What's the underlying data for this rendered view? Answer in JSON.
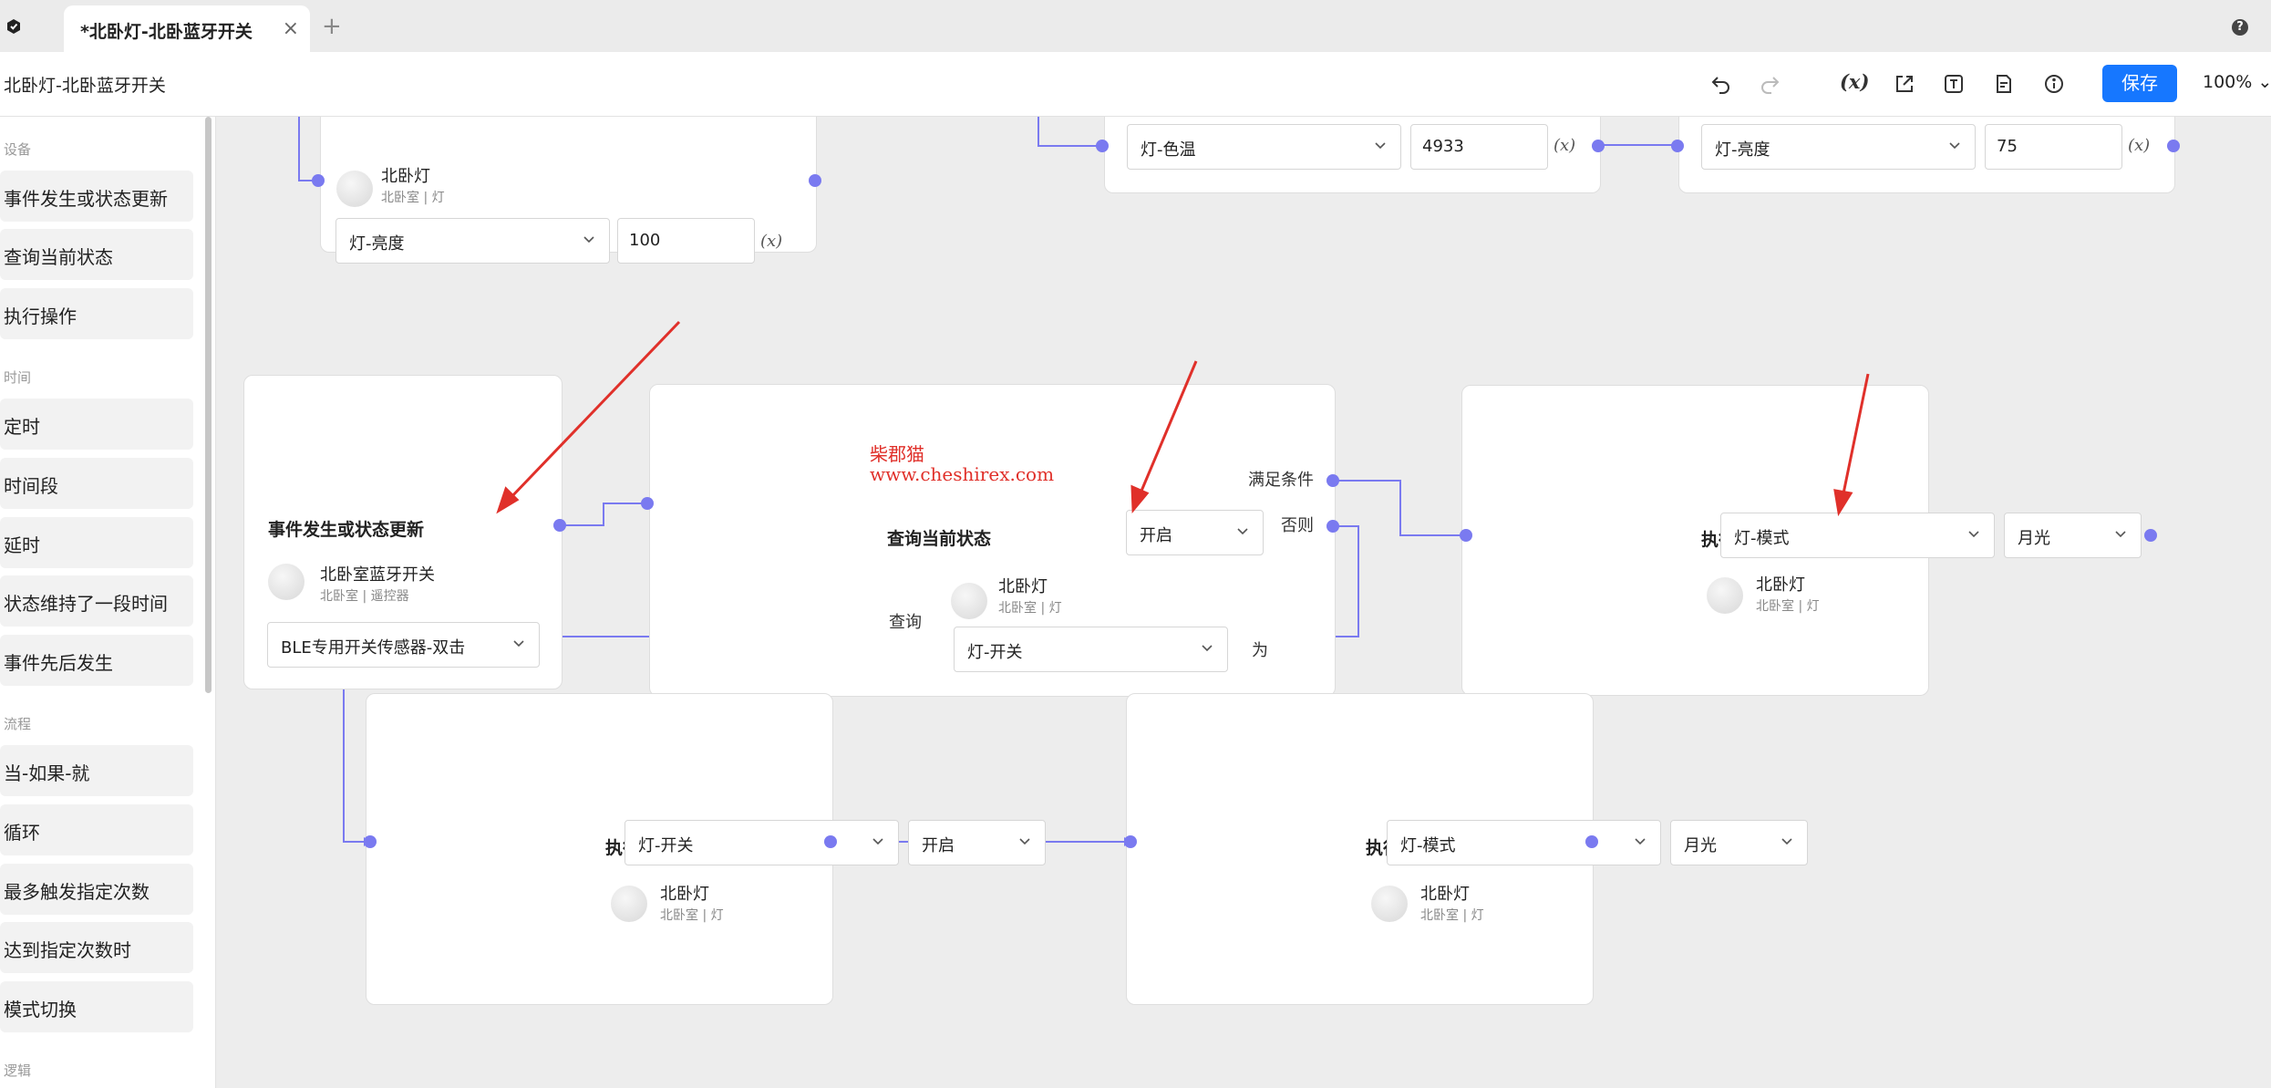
{
  "tab": {
    "title": "*北卧灯-北卧蓝牙开关",
    "close": "×",
    "add": "+"
  },
  "help": "?",
  "toolbar": {
    "doc_title": "北卧灯-北卧蓝牙开关",
    "fx_label": "(x)",
    "save_label": "保存",
    "zoom_value": "100%",
    "zoom_caret": "⌄"
  },
  "sidebar": {
    "sections": {
      "device": "设备",
      "time": "时间",
      "flow": "流程",
      "logic": "逻辑"
    },
    "device_items": [
      "事件发生或状态更新",
      "查询当前状态",
      "执行操作"
    ],
    "time_items": [
      "定时",
      "时间段",
      "延时",
      "状态维持了一段时间",
      "事件先后发生"
    ],
    "flow_items": [
      "当-如果-就",
      "循环",
      "最多触发指定次数",
      "达到指定次数时",
      "模式切换"
    ]
  },
  "nodes": {
    "top_left": {
      "device_name": "北卧灯",
      "device_sub": "北卧室 | 灯",
      "property": "灯-亮度",
      "value": "100",
      "fx": "(x)"
    },
    "top_mid": {
      "property": "灯-色温",
      "value": "4933",
      "fx": "(x)"
    },
    "top_right": {
      "property": "灯-亮度",
      "value": "75",
      "fx": "(x)"
    },
    "event": {
      "title": "事件发生或状态更新",
      "device_name": "北卧室蓝牙开关",
      "device_sub": "北卧室 | 遥控器",
      "trigger": "BLE专用开关传感器-双击"
    },
    "query": {
      "title": "查询当前状态",
      "query_label": "查询",
      "device_name": "北卧灯",
      "device_sub": "北卧室 | 灯",
      "property": "灯-开关",
      "is_label": "为",
      "value": "开启",
      "satisfied_label": "满足条件",
      "else_label": "否则"
    },
    "action_right": {
      "title": "执行操作",
      "device_name": "北卧灯",
      "device_sub": "北卧室 | 灯",
      "property": "灯-模式",
      "value": "月光"
    },
    "action_bottom_left": {
      "title": "执行操作",
      "device_name": "北卧灯",
      "device_sub": "北卧室 | 灯",
      "property": "灯-开关",
      "value": "开启"
    },
    "action_bottom_mid": {
      "title": "执行操作",
      "device_name": "北卧灯",
      "device_sub": "北卧室 | 灯",
      "property": "灯-模式",
      "value": "月光"
    }
  },
  "watermark": {
    "name": "柴郡猫",
    "url": "www.cheshirex.com"
  },
  "colors": {
    "accent": "#1677ff",
    "wire": "#7a7af0",
    "annotation": "#e0302a"
  }
}
